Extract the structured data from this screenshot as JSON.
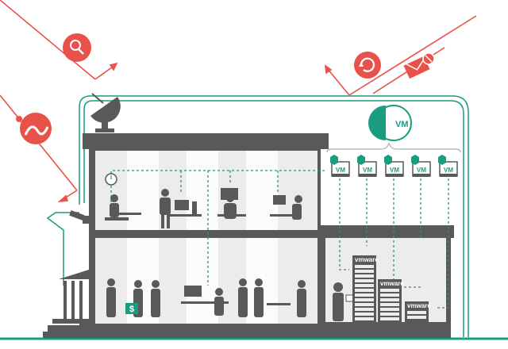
{
  "colors": {
    "accent": "#1a9c7e",
    "threat": "#e8524a",
    "building": "#58595b",
    "interior": "#ececec"
  },
  "vm_hub": {
    "label": "VM"
  },
  "vm_nodes": [
    {
      "label": "VM"
    },
    {
      "label": "VM"
    },
    {
      "label": "VM"
    },
    {
      "label": "VM"
    },
    {
      "label": "VM"
    }
  ],
  "servers": [
    {
      "brand": "vmware"
    },
    {
      "brand": "vmware"
    },
    {
      "brand": "vmware"
    }
  ],
  "money_sign": "$",
  "threat_icons": [
    "magnifier-icon",
    "bug-icon",
    "refresh-icon",
    "envelope-icon"
  ]
}
